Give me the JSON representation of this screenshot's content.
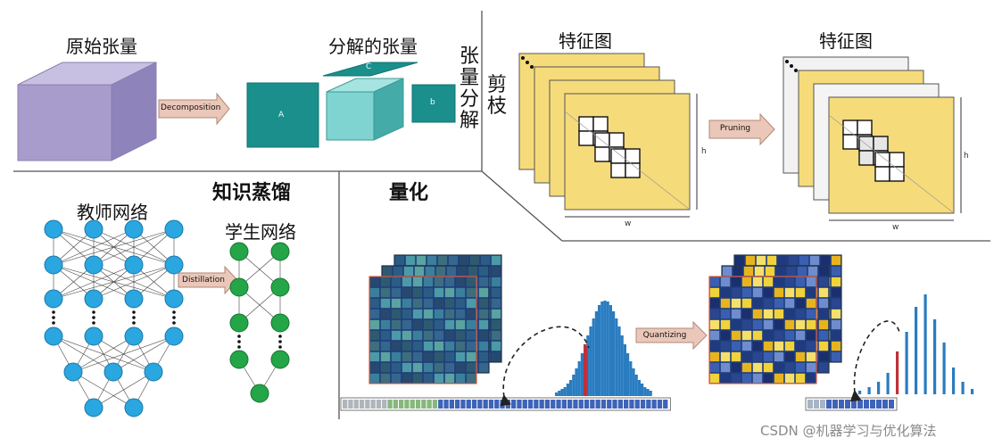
{
  "tensor": {
    "original_title": "原始张量",
    "decomposed_title": "分解的张量",
    "arrow_label": "Decomposition",
    "cube_labels": {
      "a": "A",
      "b": "b",
      "c": "C"
    },
    "section_label": "张量分解"
  },
  "pruning": {
    "section_label": "剪枝",
    "left_title": "特征图",
    "right_title": "特征图",
    "arrow_label": "Pruning",
    "axis_h": "h",
    "axis_w": "w"
  },
  "distillation": {
    "section_label": "知识蒸馏",
    "teacher_title": "教师网络",
    "student_title": "学生网络",
    "arrow_label": "Distillation"
  },
  "quantization": {
    "section_label": "量化",
    "arrow_label": "Quantizing"
  },
  "watermark": "CSDN @机器学习与优化算法",
  "colors": {
    "cube_purple": "#a79ccc",
    "teal": "#1a8f8c",
    "teal_light": "#7fd3d0",
    "feature_yellow": "#f6db7a",
    "node_blue": "#2aa6e0",
    "node_green": "#23a548",
    "hist_blue": "#2a7cc0",
    "hist_red": "#c0303a",
    "arrow_fill": "#eac7b8"
  }
}
